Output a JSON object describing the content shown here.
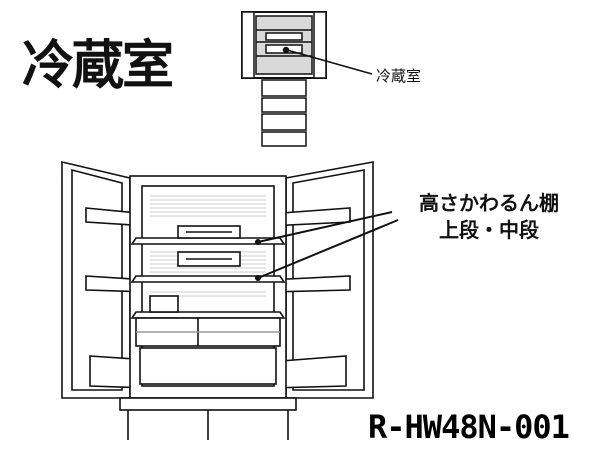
{
  "title": "冷蔵室",
  "small_label": "冷蔵室",
  "callout": {
    "line1": "高さかわるん棚",
    "line2": "上段・中段"
  },
  "model_code": "R-HW48N-001",
  "colors": {
    "ink": "#111111",
    "highlight": "#444444"
  }
}
